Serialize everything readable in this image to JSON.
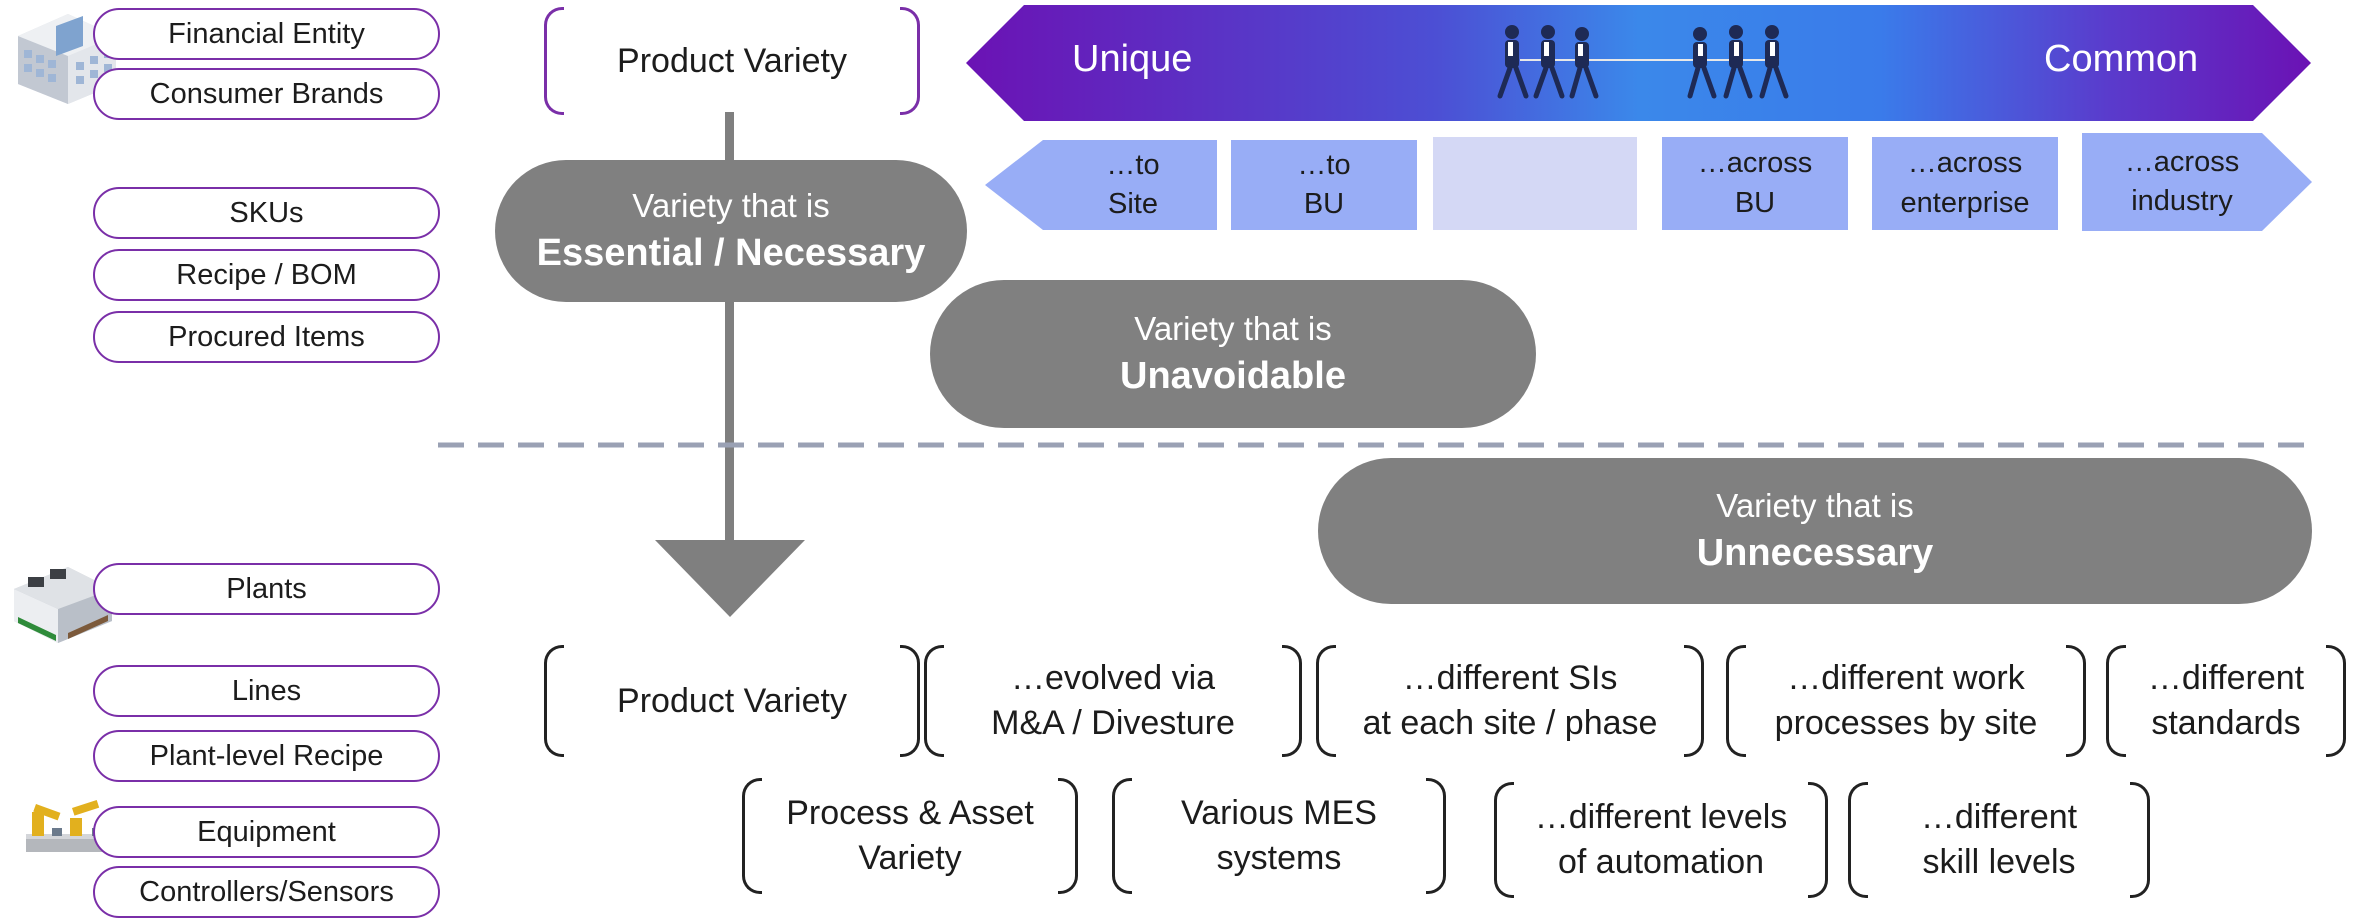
{
  "left_categories": {
    "financial_entity": "Financial Entity",
    "consumer_brands": "Consumer Brands",
    "skus": "SKUs",
    "recipe_bom": "Recipe / BOM",
    "procured_items": "Procured Items",
    "plants": "Plants",
    "lines": "Lines",
    "plant_level_recipe": "Plant-level Recipe",
    "equipment": "Equipment",
    "controllers_sensors": "Controllers/Sensors"
  },
  "top": {
    "product_variety": "Product Variety",
    "spectrum_left": "Unique",
    "spectrum_right": "Common"
  },
  "scopes": [
    {
      "line1": "…to",
      "line2": "Site"
    },
    {
      "line1": "…to",
      "line2": "BU"
    },
    {
      "line1": "",
      "line2": ""
    },
    {
      "line1": "…across",
      "line2": "BU"
    },
    {
      "line1": "…across",
      "line2": "enterprise"
    },
    {
      "line1": "…across",
      "line2": "industry"
    }
  ],
  "capsules": {
    "essential": {
      "line1": "Variety that is",
      "line2": "Essential / Necessary"
    },
    "unavoidable": {
      "line1": "Variety that is",
      "line2": "Unavoidable"
    },
    "unnecessary": {
      "line1": "Variety that is",
      "line2": "Unnecessary"
    }
  },
  "bottom_row1": [
    {
      "line1": "Product Variety",
      "line2": ""
    },
    {
      "line1": "…evolved via",
      "line2": "M&A / Divesture"
    },
    {
      "line1": "…different SIs",
      "line2": "at each site / phase"
    },
    {
      "line1": "…different work",
      "line2": "processes by site"
    },
    {
      "line1": "…different",
      "line2": "standards"
    }
  ],
  "bottom_row2": [
    {
      "line1": "Process & Asset",
      "line2": "Variety"
    },
    {
      "line1": "Various MES",
      "line2": "systems"
    },
    {
      "line1": "…different levels",
      "line2": "of automation"
    },
    {
      "line1": "…different",
      "line2": "skill levels"
    }
  ],
  "colors": {
    "pill_border": "#7a2fa8",
    "capsule": "#808080",
    "scope_fill": "#98adf6",
    "scope_empty": "#d4d8f5",
    "arrow": "#7f7f7f",
    "divider": "#9aa1b4"
  }
}
